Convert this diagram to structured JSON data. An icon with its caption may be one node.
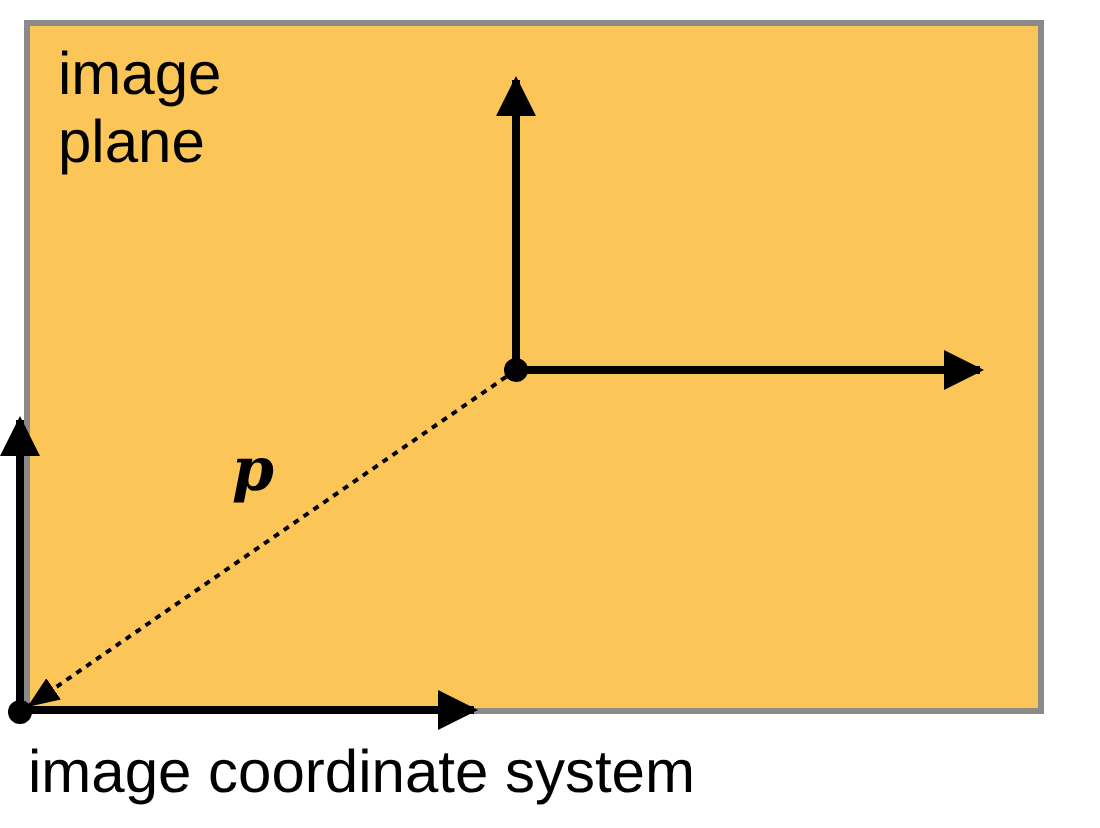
{
  "diagram": {
    "nodes": [
      {
        "text": [
          "image plane"
        ]
      },
      {
        "text": [],
        "shape": "circle",
        "in": 0
      },
      {
        "text": [],
        "shape": "circle"
      }
    ],
    "edges": [
      {
        "from": 1,
        "to": 2,
        "arrow": "to",
        "style": "dashed",
        "label": "p"
      }
    ],
    "labels": [
      "image coordinate system"
    ]
  }
}
